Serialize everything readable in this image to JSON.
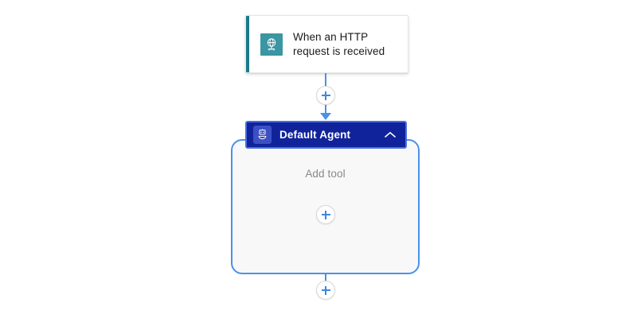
{
  "canvas": {
    "background_color": "#ffffff"
  },
  "trigger": {
    "title": "When an HTTP\nrequest is received",
    "title_line1": "When an HTTP",
    "title_line2": "request is received",
    "icon": "http-globe-icon",
    "icon_background": "#3a96a3",
    "accent_color": "#1a7b88",
    "card_background": "#ffffff"
  },
  "connectors": {
    "line_color": "#4a91e8",
    "top_plus_label": "+",
    "bottom_plus_label": "+"
  },
  "agent": {
    "title": "Default Agent",
    "icon": "robot-agent-icon",
    "header_background": "#11239a",
    "header_border": "#4a6ee0",
    "icon_background": "#3c50c4",
    "title_color": "#ffffff",
    "collapse_icon": "chevron-up-icon",
    "body_background": "#f8f8f8",
    "body_border": "#4a91e8",
    "add_tool_label": "Add tool",
    "add_tool_label_color": "#8a8886",
    "add_tool_plus_label": "+"
  }
}
